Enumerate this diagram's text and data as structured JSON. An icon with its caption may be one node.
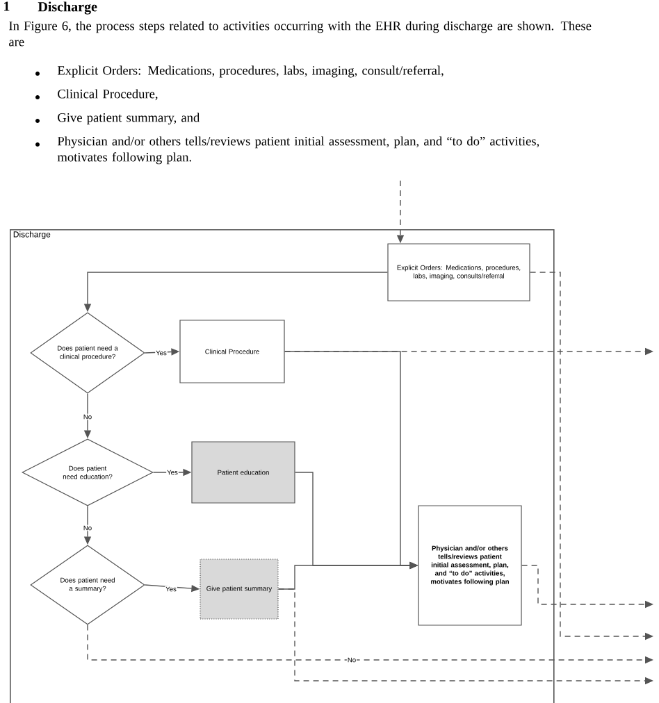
{
  "diagram": {
    "title": "Discharge",
    "nodes": [
      {
        "text": [
          "Discharge"
        ]
      },
      {
        "text": [
          "Explicit Orders: Medications, procedures, labs, imaging, consults/referral"
        ],
        "in": 0
      },
      {
        "text": [
          "Does patient need a clinical procedure?"
        ],
        "in": 0
      },
      {
        "text": [
          "Clinical Procedure"
        ],
        "in": 0
      },
      {
        "text": [
          "Does patient need education?"
        ],
        "in": 0
      },
      {
        "text": [
          "Patient education"
        ],
        "in": 0
      },
      {
        "text": [
          "Does patient need a summary?"
        ],
        "in": 0
      },
      {
        "text": [
          "Give patient summary"
        ],
        "in": 0
      },
      {
        "text": [
          "Physician and/or others tells/reviews patient initial assessment, plan, and “to do” activities, motivates following plan"
        ],
        "in": 0
      }
    ],
    "edges": [
      {
        "from": null,
        "to": 1,
        "arrow": "to",
        "style": "dashed"
      },
      {
        "from": 1,
        "to": 2,
        "arrow": "to"
      },
      {
        "from": 2,
        "to": 3,
        "arrow": "to",
        "label": "Yes"
      },
      {
        "from": 2,
        "to": 4,
        "arrow": "to",
        "label": "No"
      },
      {
        "from": 4,
        "to": 5,
        "arrow": "to",
        "label": "Yes"
      },
      {
        "from": 4,
        "to": 6,
        "arrow": "to",
        "label": "No"
      },
      {
        "from": 6,
        "to": 7,
        "arrow": "to",
        "label": "Yes"
      },
      {
        "from": 3,
        "to": 8,
        "arrow": "to"
      },
      {
        "from": 5,
        "to": 8,
        "arrow": "to"
      },
      {
        "from": 7,
        "to": 8,
        "arrow": "to"
      },
      {
        "from": 6,
        "to": null,
        "arrow": "to",
        "style": "dashed",
        "label": "No"
      },
      {
        "from": 1,
        "to": null,
        "arrow": "to",
        "style": "dashed"
      },
      {
        "from": 3,
        "to": null,
        "arrow": "to",
        "style": "dashed"
      },
      {
        "from": 8,
        "to": null,
        "arrow": "to",
        "style": "dashed"
      },
      {
        "from": 7,
        "to": null,
        "arrow": "to",
        "style": "dashed"
      }
    ],
    "labels": [
      "1",
      "In Figure 6, the process steps related to activities occurring with the EHR during discharge are shown. These are",
      "Explicit Orders: Medications, procedures, labs, imaging, consult/referral,",
      "Clinical Procedure,",
      "Give patient summary, and",
      "Physician and/or others tells/reviews patient initial assessment, plan, and “to do” activities, motivates following plan."
    ]
  }
}
